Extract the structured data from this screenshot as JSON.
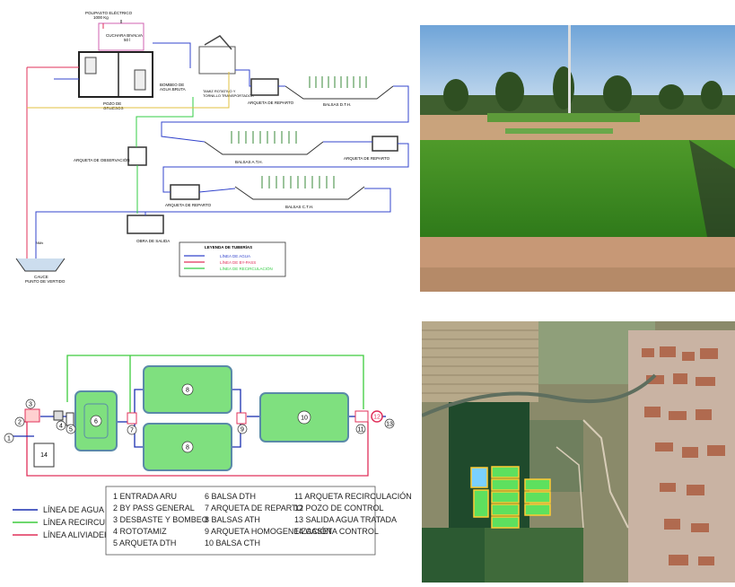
{
  "top_diagram": {
    "labels": {
      "polipasto": "POLIPASTO ELÉCTRICO",
      "polipasto_cap": "1000 Kg",
      "cuchara": "CUCHARA BIVALVA",
      "cuchara_cap": "50 l",
      "bombeo": "BOMBEO DE",
      "bombeo2": "AGUA BRUTA",
      "pozo": "POZO DE",
      "pozo2": "GRUESOS",
      "tamiz": "TAMIZ ROTATIVO Y",
      "tamiz2": "TORNILLO TRANSPORTADOR",
      "arqueta_reparto_1": "ARQUETA DE REPARTO",
      "balsas_dth": "BALSAS D.T.H.",
      "arqueta_obs": "ARQUETA DE OBSERVACIÓN",
      "balsas_ath": "BALSAS A.T.H.",
      "arqueta_reparto_2": "ARQUETA DE REPARTO",
      "arqueta_reparto_3": "ARQUETA DE REPARTO",
      "balsas_cth": "BALSAS C.T.H.",
      "obra_salida": "OBRA DE SALIDA",
      "cauce": "CAUCE",
      "punto_vertido": "PUNTO DE VERTIDO",
      "nmx": "NMx"
    },
    "legend": {
      "title": "LEYENDA DE TUBERÍAS",
      "items": [
        {
          "label": "LÍNEA DE AGUA",
          "color": "#3344cc"
        },
        {
          "label": "LÍNEA DE BY-PASS",
          "color": "#e0305a"
        },
        {
          "label": "LÍNEA DE RECIRCULACIÓN",
          "color": "#33cc44"
        }
      ]
    }
  },
  "bottom_diagram": {
    "numbers": [
      "1",
      "2",
      "3",
      "4",
      "5",
      "6",
      "7",
      "8",
      "8",
      "9",
      "10",
      "11",
      "12",
      "13",
      "14"
    ],
    "legend_lines": [
      {
        "label": "LÍNEA DE AGUA",
        "color": "#1a2fb0"
      },
      {
        "label": "LÍNEA RECIRCULACIÓN",
        "color": "#3dcc3d"
      },
      {
        "label": "LÍNEA ALIVIADERO",
        "color": "#e0305a"
      }
    ],
    "key": [
      [
        "1 ENTRADA ARU",
        "6 BALSA DTH",
        "11 ARQUETA RECIRCULACIÓN"
      ],
      [
        "2 BY PASS GENERAL",
        "7 ARQUETA DE REPARTO",
        "12 POZO DE CONTROL"
      ],
      [
        "3 DESBASTE Y BOMBEO",
        "8 BALSAS ATH",
        "13 SALIDA AGUA TRATADA"
      ],
      [
        "4 ROTOTAMIZ",
        "9 ARQUETA HOMOGENEIZACIÓN",
        "14 CASETA CONTROL"
      ],
      [
        "5 ARQUETA DTH",
        "10 BALSA CTH",
        ""
      ]
    ]
  },
  "colors": {
    "water": "#1a2fb0",
    "recirc": "#3dcc3d",
    "overflow": "#e0305a",
    "basin_fill": "#7fe07f",
    "basin_border": "#5a8aa8"
  }
}
